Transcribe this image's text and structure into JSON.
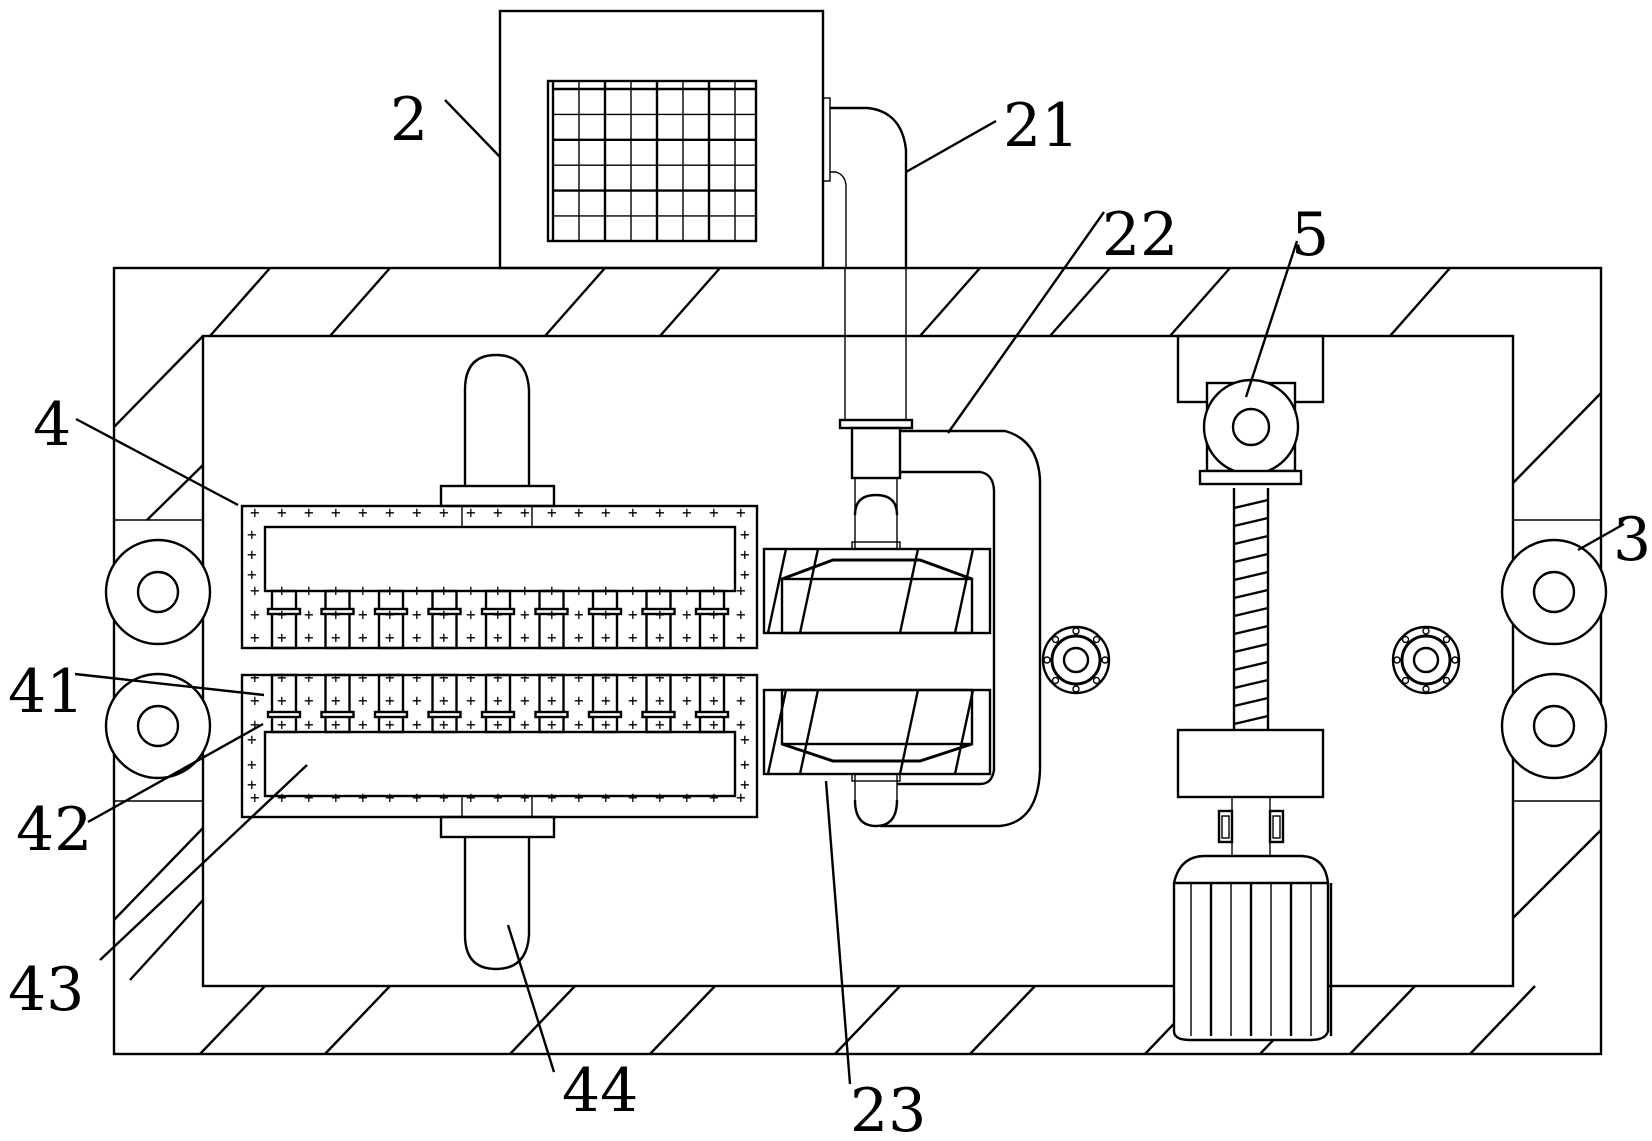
{
  "figure": {
    "type": "technical-drawing",
    "background": "#ffffff",
    "line_color": "#000000"
  },
  "labels": [
    {
      "id": "2",
      "text": "2",
      "refers_to": "top-housing"
    },
    {
      "id": "21",
      "text": "21",
      "refers_to": "elbow-pipe"
    },
    {
      "id": "22",
      "text": "22",
      "refers_to": "c-shaped-pipe"
    },
    {
      "id": "5",
      "text": "5",
      "refers_to": "motor-pulley"
    },
    {
      "id": "3",
      "text": "3",
      "refers_to": "side-roller"
    },
    {
      "id": "4",
      "text": "4",
      "refers_to": "upper-nozzle-block"
    },
    {
      "id": "41",
      "text": "41",
      "refers_to": "nozzle"
    },
    {
      "id": "42",
      "text": "42",
      "refers_to": "nozzle-flange"
    },
    {
      "id": "43",
      "text": "43",
      "refers_to": "lower-chamber"
    },
    {
      "id": "44",
      "text": "44",
      "refers_to": "lower-feed-pipe"
    },
    {
      "id": "23",
      "text": "23",
      "refers_to": "hopper-block"
    }
  ],
  "components": {
    "grille": {
      "columns": 8,
      "rows": 6
    },
    "nozzles_per_block": 9,
    "screw_threads": 13,
    "motor_fins": 8,
    "side_rollers_per_side": 2,
    "bearings": 2
  }
}
